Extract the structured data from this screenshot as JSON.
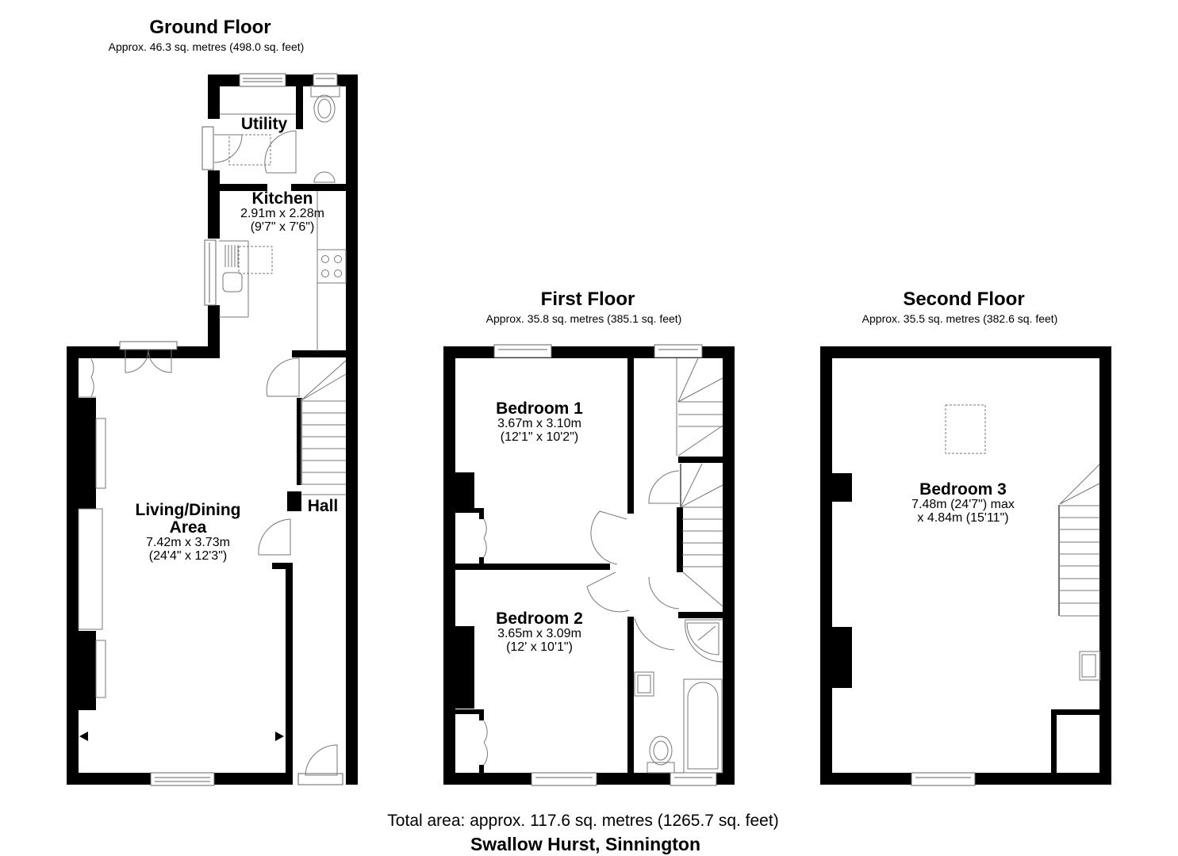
{
  "floors": {
    "ground": {
      "title": "Ground Floor",
      "area": "Approx. 46.3 sq. metres (498.0 sq. feet)",
      "rooms": {
        "utility": {
          "name": "Utility"
        },
        "kitchen": {
          "name": "Kitchen",
          "dim_m": "2.91m x 2.28m",
          "dim_ft": "(9'7\" x 7'6\")"
        },
        "living": {
          "name_line1": "Living/Dining",
          "name_line2": "Area",
          "dim_m": "7.42m x 3.73m",
          "dim_ft": "(24'4\" x 12'3\")"
        },
        "hall": {
          "name": "Hall"
        }
      }
    },
    "first": {
      "title": "First Floor",
      "area": "Approx. 35.8 sq. metres (385.1 sq. feet)",
      "rooms": {
        "bedroom1": {
          "name": "Bedroom 1",
          "dim_m": "3.67m x 3.10m",
          "dim_ft": "(12'1\" x 10'2\")"
        },
        "bedroom2": {
          "name": "Bedroom 2",
          "dim_m": "3.65m x 3.09m",
          "dim_ft": "(12' x 10'1\")"
        }
      }
    },
    "second": {
      "title": "Second Floor",
      "area": "Approx. 35.5 sq. metres (382.6 sq. feet)",
      "rooms": {
        "bedroom3": {
          "name": "Bedroom 3",
          "dim_line1": "7.48m (24'7\") max",
          "dim_line2": "x 4.84m (15'11\")"
        }
      }
    }
  },
  "footer": {
    "total_area": "Total area: approx. 117.6 sq. metres (1265.7 sq. feet)",
    "property_name": "Swallow Hurst, Sinnington"
  },
  "colors": {
    "wall": "#000000",
    "fixture_line": "#777777",
    "background": "#ffffff"
  }
}
